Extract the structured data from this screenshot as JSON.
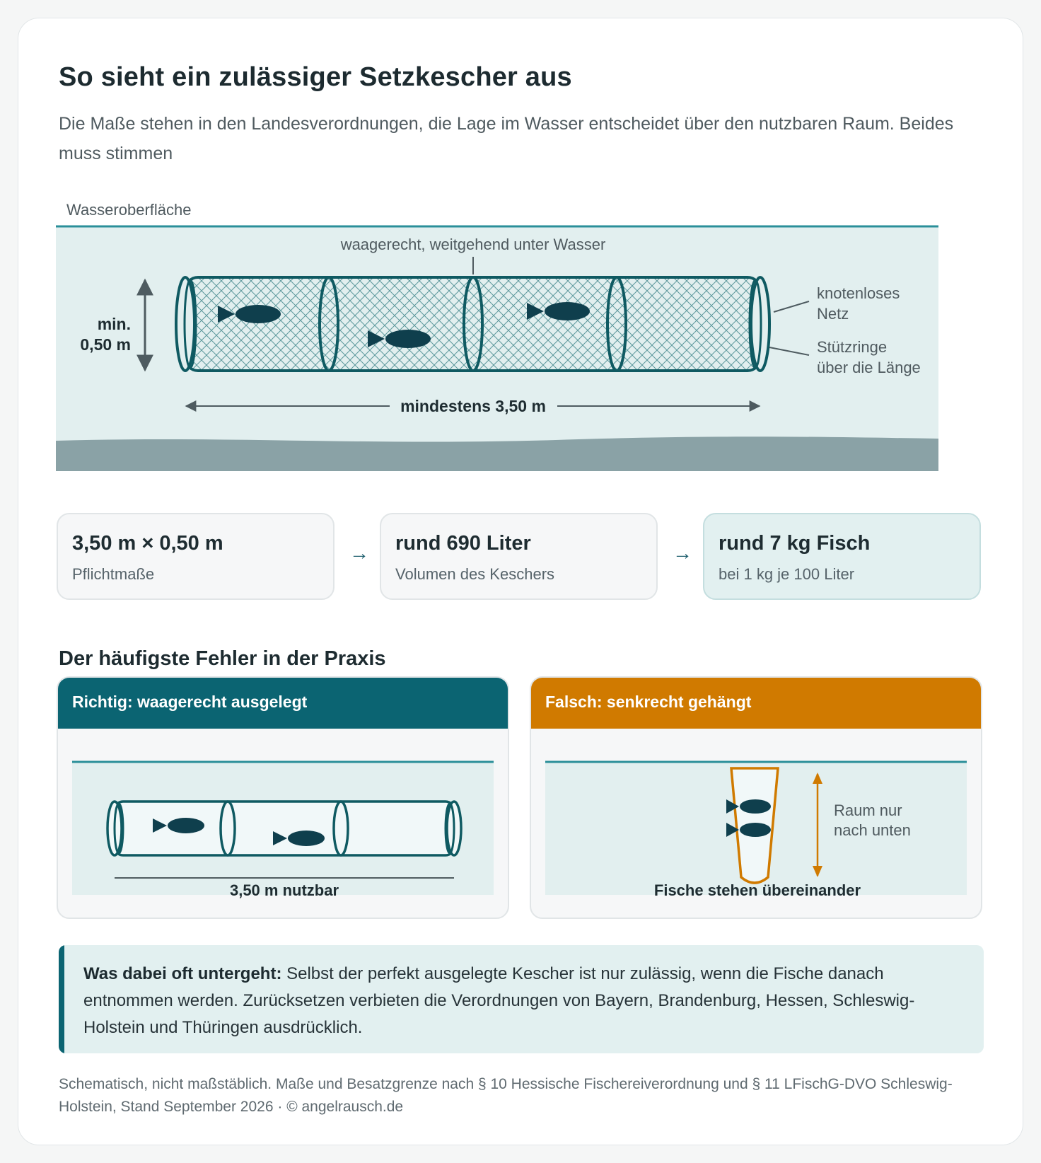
{
  "title": "So sieht ein zulässiger Setzkescher aus",
  "subtitle": "Die Maße stehen in den Landesverordnungen, die Lage im Wasser entscheidet über den nutzbaren Raum. Beides muss stimmen",
  "diagram": {
    "surface_label": "Wasseroberfläche",
    "position_label": "waagerecht, weitgehend unter Wasser",
    "height_label_line1": "min.",
    "height_label_line2": "0,50 m",
    "length_label": "mindestens 3,50 m",
    "net_label_line1": "knotenloses",
    "net_label_line2": "Netz",
    "rings_label_line1": "Stützringe",
    "rings_label_line2": "über die Länge",
    "colors": {
      "water": "#e2efef",
      "surface": "#2a8f99",
      "ground": "#8aa2a6",
      "net": "#0f5a62",
      "fish": "#0f3f4d"
    }
  },
  "calc": {
    "steps": [
      {
        "value": "3,50 m × 0,50 m",
        "caption": "Pflichtmaße"
      },
      {
        "value": "rund 690 Liter",
        "caption": "Volumen des Keschers"
      },
      {
        "value": "rund 7 kg Fisch",
        "caption": "bei 1 kg je 100 Liter"
      }
    ],
    "arrow": "→"
  },
  "mistakes": {
    "heading": "Der häufigste Fehler in der Praxis",
    "correct": {
      "title": "Richtig: waagerecht ausgelegt",
      "caption": "3,50 m nutzbar",
      "color": "#0b6472"
    },
    "wrong": {
      "title": "Falsch: senkrecht gehängt",
      "caption": "Fische stehen übereinander",
      "space_line1": "Raum nur",
      "space_line2": "nach unten",
      "color": "#d07a00"
    }
  },
  "note": {
    "lead": "Was dabei oft untergeht:",
    "text": " Selbst der perfekt ausgelegte Kescher ist nur zulässig, wenn die Fische danach entnommen werden. Zurücksetzen verbieten die Verordnungen von Bayern, Brandenburg, Hessen, Schleswig-Holstein und Thüringen ausdrücklich."
  },
  "footer": "Schematisch, nicht maßstäblich. Maße und Besatzgrenze nach § 10 Hessische Fischereiverordnung und § 11 LFischG-DVO Schleswig-Holstein, Stand September 2026 · © angelrausch.de"
}
